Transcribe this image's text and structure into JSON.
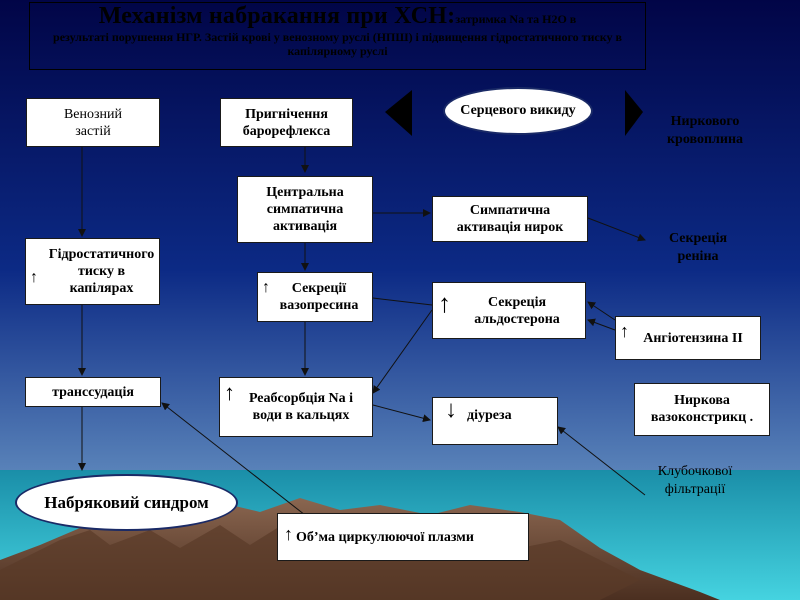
{
  "title": {
    "main": "Механізм набракання при ХСН:",
    "sub_inline": "затримка Na та H2O в",
    "sub_rest": "результаті порушення НГР. Застій крові у венозному руслі (НПШ) і підвищення гідростатичного тиску в капілярному руслі"
  },
  "nodes": {
    "venous_stasis": "Венозний застій",
    "baroreflex": "Пригнічення барорефлекса",
    "cardiac_output": "Серцевого викиду",
    "renal_flow": "Ниркового кровоплина",
    "central_symp": "Центральна симпатична активація",
    "renal_symp": "Симпатична активація нирок",
    "renin": "Секреція реніна",
    "hydrostatic": "Гідростатичного тиску в капілярах",
    "vasopressin": "Секреції вазопресина",
    "aldosterone": "Секреція альдостерона",
    "angiotensin": "Ангіотензина ІІ",
    "transudation": "транссудація",
    "reabsorption": "Реабсорбція Na і води в кальцях",
    "diuresis": "діуреза",
    "renal_vasoconstriction": "Ниркова вазоконстрикц .",
    "glomerular": "Клубочкової фільтрації",
    "edema": "Набряковий синдром",
    "plasma_volume": "Об’ма циркулюючої плазми"
  },
  "colors": {
    "sky_top": "#020a57",
    "sky_bottom": "#4f7fb8",
    "sea": "#3fc6d4",
    "mountain": "#6b4633",
    "arrow": "#1a1a1a"
  },
  "icons": {
    "up_arrow": "up-arrow-icon",
    "down_arrow": "down-arrow-icon",
    "left_triangle": "left-triangle-icon",
    "right_triangle": "right-triangle-icon"
  }
}
